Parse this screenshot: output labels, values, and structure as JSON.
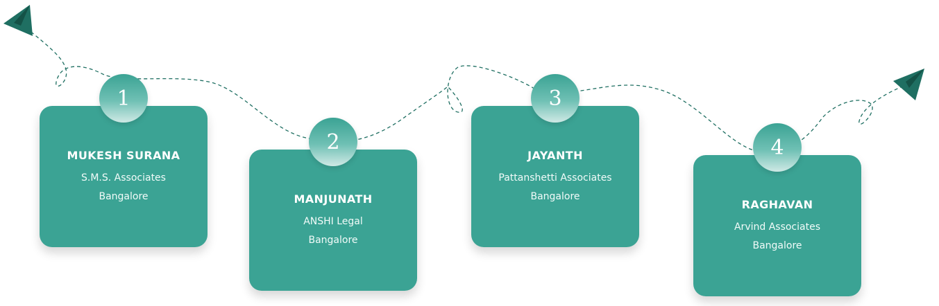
{
  "accent_color": "#3ba394",
  "path_color": "#1f6f62",
  "steps": [
    {
      "number": "1",
      "name": "MUKESH SURANA",
      "firm": "S.M.S. Associates",
      "city": "Bangalore"
    },
    {
      "number": "2",
      "name": "MANJUNATH",
      "firm": "ANSHI Legal",
      "city": "Bangalore"
    },
    {
      "number": "3",
      "name": "JAYANTH",
      "firm": "Pattanshetti Associates",
      "city": "Bangalore"
    },
    {
      "number": "4",
      "name": "RAGHAVAN",
      "firm": "Arvind Associates",
      "city": "Bangalore"
    }
  ],
  "icons": [
    "paper-plane-icon",
    "paper-plane-icon"
  ]
}
